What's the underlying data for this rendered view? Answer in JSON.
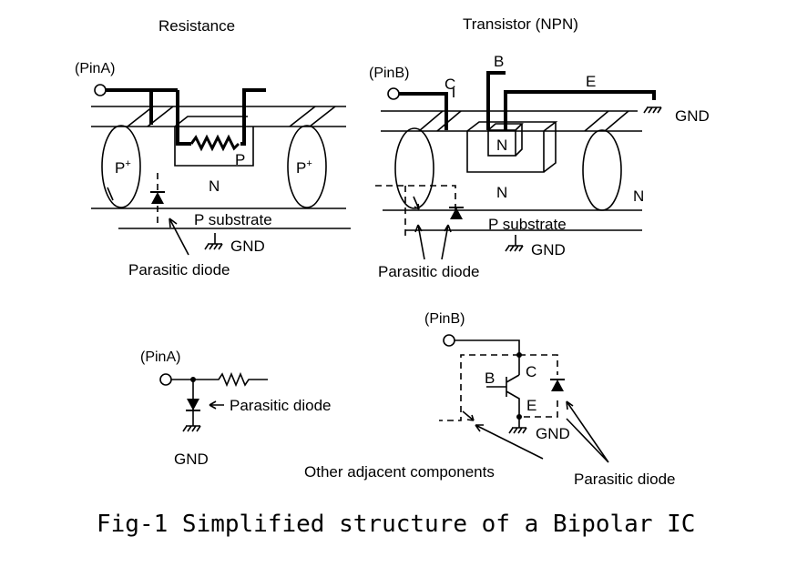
{
  "resistance": {
    "title": "Resistance",
    "pin": "(PinA)",
    "p_plus_left": "P",
    "p_plus_right": "P",
    "p_plus_sup": "+",
    "p_region": "P",
    "n_region": "N",
    "substrate": "P substrate",
    "gnd": "GND",
    "parasitic": "Parasitic diode"
  },
  "transistor": {
    "title": "Transistor (NPN)",
    "pin": "(PinB)",
    "c": "C",
    "b": "B",
    "e": "E",
    "gnd_top": "GND",
    "n_emitter": "N",
    "n_base_region": "N",
    "n_right": "N",
    "substrate": "P substrate",
    "gnd": "GND",
    "parasitic": "Parasitic diode"
  },
  "equiv_a": {
    "pin": "(PinA)",
    "parasitic": "Parasitic diode",
    "gnd": "GND"
  },
  "equiv_b": {
    "pin": "(PinB)",
    "b": "B",
    "c": "C",
    "e": "E",
    "gnd": "GND",
    "adjacent": "Other adjacent components",
    "parasitic": "Parasitic diode"
  },
  "caption": "Fig-1 Simplified structure of a Bipolar IC"
}
